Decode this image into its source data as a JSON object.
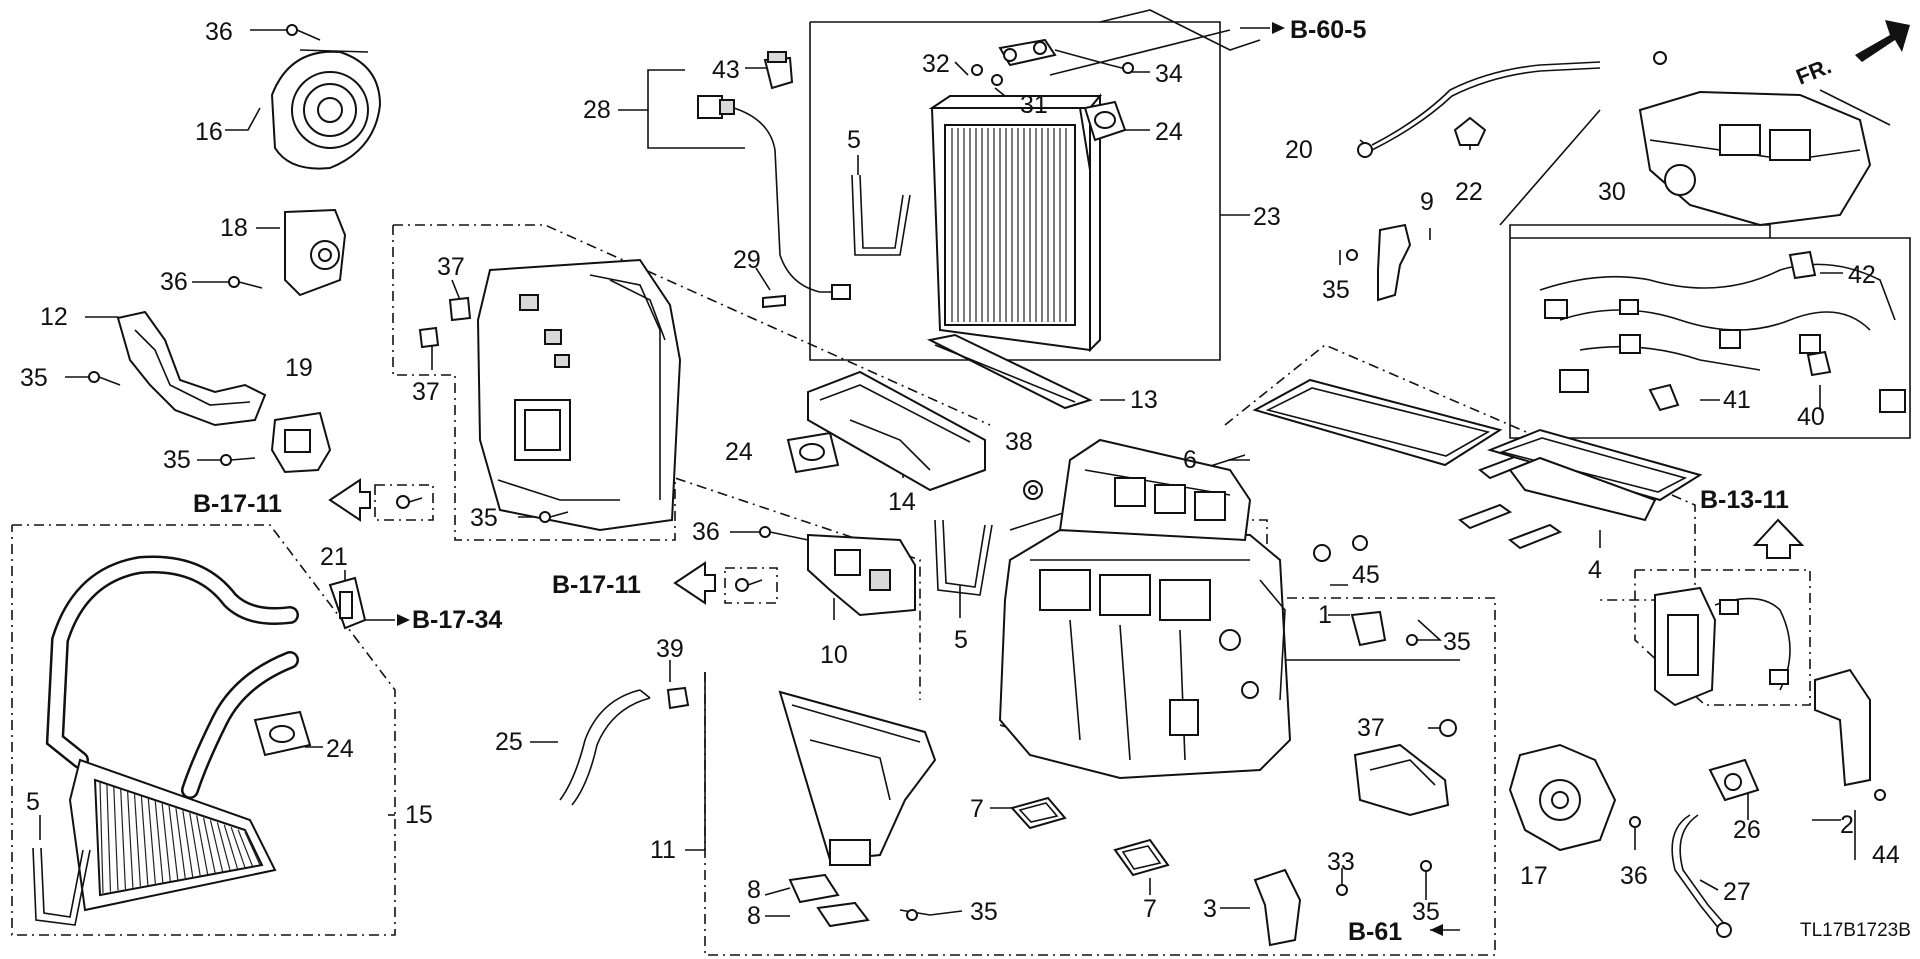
{
  "diagram": {
    "code": "TL17B1723B",
    "direction_label": "FR.",
    "references": {
      "b60_5": "B-60-5",
      "b17_11_top": "B-17-11",
      "b17_11_mid": "B-17-11",
      "b17_34": "B-17-34",
      "b13_11": "B-13-11",
      "b61": "B-61"
    },
    "callouts": {
      "c36a": "36",
      "c16": "16",
      "c18": "18",
      "c36b": "36",
      "c12": "12",
      "c35a": "35",
      "c19": "19",
      "c35b": "35",
      "c43": "43",
      "c28": "28",
      "c5a": "5",
      "c29": "29",
      "c32": "32",
      "c31": "31",
      "c34": "34",
      "c24a": "24",
      "c23": "23",
      "c37a": "37",
      "c37b": "37",
      "c35c": "35",
      "c13": "13",
      "c24b": "24",
      "c14": "14",
      "c38": "38",
      "c20": "20",
      "c22": "22",
      "c9": "9",
      "c35d": "35",
      "c30": "30",
      "c42": "42",
      "c41": "41",
      "c40": "40",
      "c6": "6",
      "c4": "4",
      "c45": "45",
      "c1": "1",
      "c35e": "35",
      "c36c": "36",
      "c10": "10",
      "c5b": "5",
      "c21": "21",
      "c24c": "24",
      "c15": "15",
      "c5c": "5",
      "c39": "39",
      "c25": "25",
      "c11": "11",
      "c8a": "8",
      "c8b": "8",
      "c35f": "35",
      "c7a": "7",
      "c7b": "7",
      "c3": "3",
      "c33": "33",
      "c35g": "35",
      "c37c": "37",
      "c17": "17",
      "c36d": "36",
      "c26": "26",
      "c27": "27",
      "c2": "2",
      "c44": "44"
    }
  }
}
